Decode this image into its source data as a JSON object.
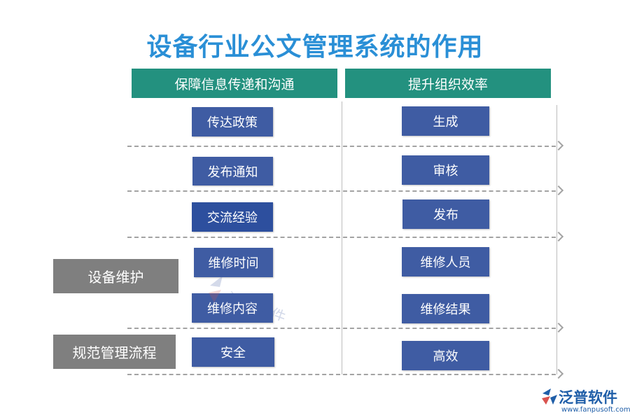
{
  "title": "设备行业公文管理系统的作用",
  "columns": {
    "left_header": "保障信息传递和沟通",
    "right_header": "提升组织效率"
  },
  "left_items": [
    "传达政策",
    "发布通知",
    "交流经验",
    "维修时间",
    "维修内容",
    "安全"
  ],
  "right_items": [
    "生成",
    "审核",
    "发布",
    "维修人员",
    "维修结果",
    "高效"
  ],
  "side_labels": [
    "设备维护",
    "规范管理流程"
  ],
  "watermark": "泛普软件",
  "logo": {
    "name": "泛普软件",
    "url": "www.fanpusoft.com"
  },
  "colors": {
    "title": "#2a8fd6",
    "header": "#23917f",
    "box": "#3f5ca3",
    "side_box": "#7f7f7f"
  }
}
